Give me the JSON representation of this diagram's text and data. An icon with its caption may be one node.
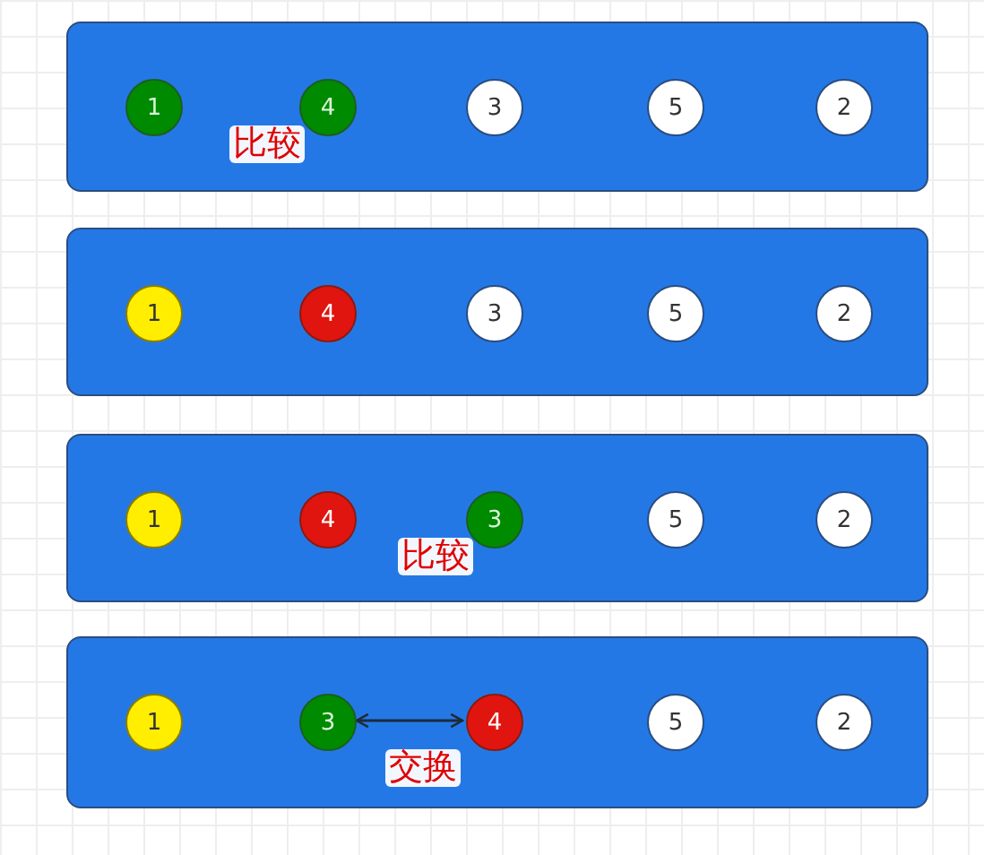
{
  "diagram": {
    "nodes": [
      {
        "text": [],
        "shape": "box"
      },
      {
        "text": [
          "1"
        ],
        "in": 0
      },
      {
        "text": [
          "4"
        ],
        "in": 0
      },
      {
        "text": [
          "3"
        ],
        "in": 0
      },
      {
        "text": [
          "5"
        ],
        "in": 0
      },
      {
        "text": [
          "2"
        ],
        "in": 0
      },
      {
        "text": [],
        "shape": "box"
      },
      {
        "text": [
          "1"
        ],
        "in": 6
      },
      {
        "text": [
          "4"
        ],
        "in": 6
      },
      {
        "text": [
          "3"
        ],
        "in": 6
      },
      {
        "text": [
          "5"
        ],
        "in": 6
      },
      {
        "text": [
          "2"
        ],
        "in": 6
      },
      {
        "text": [],
        "shape": "box"
      },
      {
        "text": [
          "1"
        ],
        "in": 12
      },
      {
        "text": [
          "4"
        ],
        "in": 12
      },
      {
        "text": [
          "3"
        ],
        "in": 12
      },
      {
        "text": [
          "5"
        ],
        "in": 12
      },
      {
        "text": [
          "2"
        ],
        "in": 12
      },
      {
        "text": [],
        "shape": "box"
      },
      {
        "text": [
          "1"
        ],
        "in": 18
      },
      {
        "text": [
          "3"
        ],
        "in": 18
      },
      {
        "text": [
          "4"
        ],
        "in": 18
      },
      {
        "text": [
          "5"
        ],
        "in": 18
      },
      {
        "text": [
          "2"
        ],
        "in": 18
      }
    ],
    "edges": [
      {
        "from": 20,
        "to": 21,
        "arrow": "both"
      }
    ],
    "labels": [
      "比较",
      "比较",
      "交换"
    ]
  }
}
